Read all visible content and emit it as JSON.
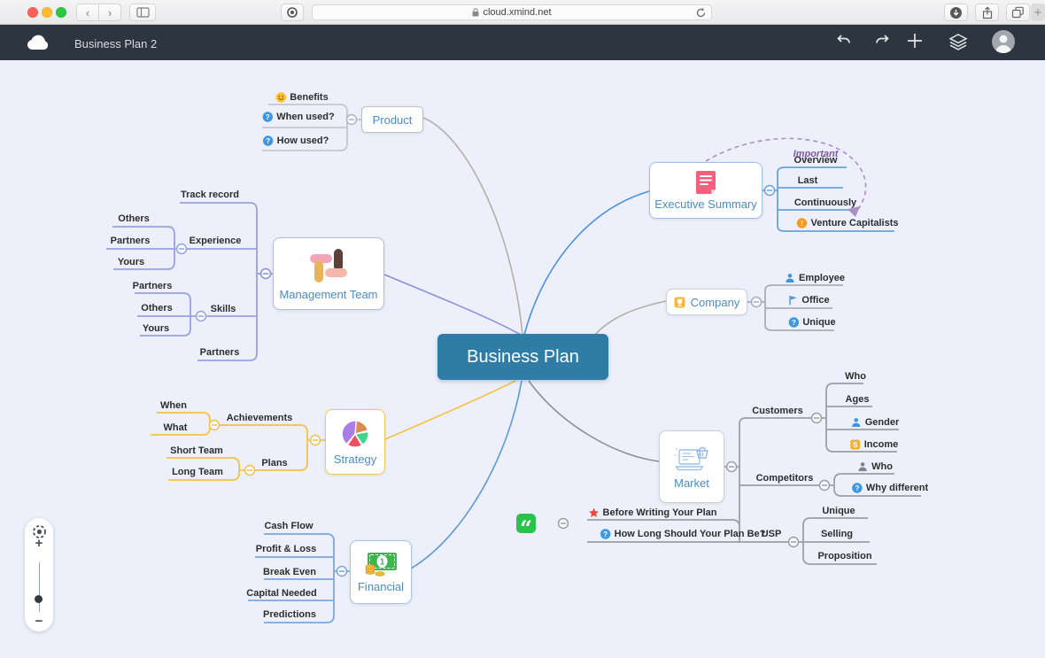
{
  "browser": {
    "url": "cloud.xmind.net",
    "buttons": [
      "back",
      "forward",
      "sidebar",
      "extension",
      "reload",
      "downloads",
      "share",
      "tabs",
      "new-tab"
    ]
  },
  "toolbar": {
    "title": "Business Plan 2",
    "actions": [
      "undo",
      "redo",
      "add-topic",
      "sheets",
      "account"
    ]
  },
  "colors": {
    "appbar": "#2c3540",
    "canvas": "#edf0fa",
    "central_bg": "#2f7da6",
    "topic_text": "#4a8cc4",
    "branch_management": "#98a2de",
    "branch_executive": "#6aa2dc",
    "branch_strategy": "#f2c14e",
    "branch_financial": "#7aa8dc",
    "branch_gray": "#9aa0a8",
    "relationship": "#a98fc4",
    "quote_green": "#2bc24c"
  },
  "map": {
    "central": "Business Plan",
    "relationship": "Important",
    "topics": {
      "product": "Product",
      "management": "Management Team",
      "executive": "Executive Summary",
      "company": "Company",
      "strategy": "Strategy",
      "financial": "Financial",
      "market": "Market"
    },
    "subtopics": {
      "benefits": "Benefits",
      "when_used": "When used?",
      "how_used": "How used?",
      "track_record": "Track record",
      "experience": "Experience",
      "exp_others": "Others",
      "exp_partners": "Partners",
      "exp_yours": "Yours",
      "skills": "Skills",
      "sk_partners": "Partners",
      "sk_others": "Others",
      "sk_yours": "Yours",
      "mt_partners": "Partners",
      "overview": "Overview",
      "last": "Last",
      "continuously": "Continuously",
      "venture": "Venture Capitalists",
      "employee": "Employee",
      "office": "Office",
      "co_unique": "Unique",
      "achievements": "Achievements",
      "when": "When",
      "what": "What",
      "plans": "Plans",
      "short_team": "Short Team",
      "long_team": "Long Team",
      "cash_flow": "Cash Flow",
      "profit_loss": "Profit & Loss",
      "break_even": "Break Even",
      "capital_needed": "Capital Needed",
      "predictions": "Predictions",
      "customers": "Customers",
      "cu_who": "Who",
      "ages": "Ages",
      "gender": "Gender",
      "income": "Income",
      "competitors": "Competitors",
      "comp_who": "Who",
      "why_diff": "Why different",
      "before_writing": "Before Writing Your Plan",
      "how_long": "How Long Should Your Plan Be?",
      "usp": "USP",
      "usp_unique": "Unique",
      "selling": "Selling",
      "proposition": "Proposition"
    }
  },
  "zoom_panel": {
    "controls": [
      "center-view",
      "zoom-in",
      "zoom-slider",
      "zoom-out"
    ]
  }
}
